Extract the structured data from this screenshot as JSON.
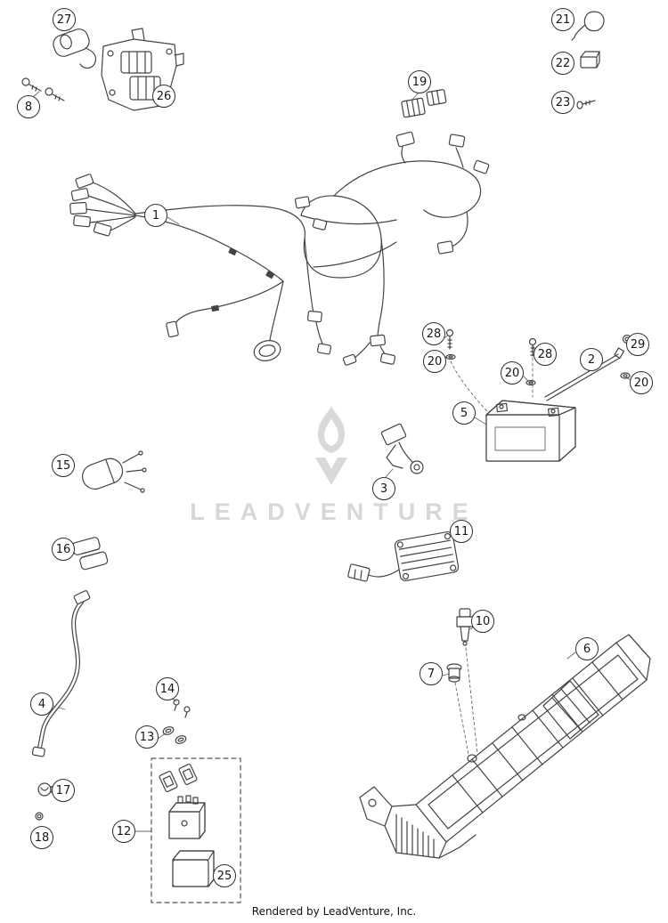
{
  "page": {
    "footer": "Rendered by LeadVenture, Inc."
  },
  "watermark": {
    "text": "LEADVENTURE",
    "color": "#d7d7d7"
  },
  "diagram": {
    "line_color": "#444444",
    "type": "exploded-parts-diagram"
  },
  "callouts": [
    {
      "label": "27"
    },
    {
      "label": "8"
    },
    {
      "label": "26"
    },
    {
      "label": "19"
    },
    {
      "label": "21"
    },
    {
      "label": "22"
    },
    {
      "label": "23"
    },
    {
      "label": "1"
    },
    {
      "label": "28"
    },
    {
      "label": "20"
    },
    {
      "label": "28"
    },
    {
      "label": "20"
    },
    {
      "label": "2"
    },
    {
      "label": "29"
    },
    {
      "label": "20"
    },
    {
      "label": "5"
    },
    {
      "label": "3"
    },
    {
      "label": "15"
    },
    {
      "label": "11"
    },
    {
      "label": "16"
    },
    {
      "label": "10"
    },
    {
      "label": "6"
    },
    {
      "label": "7"
    },
    {
      "label": "4"
    },
    {
      "label": "14"
    },
    {
      "label": "13"
    },
    {
      "label": "17"
    },
    {
      "label": "18"
    },
    {
      "label": "12"
    },
    {
      "label": "25"
    }
  ]
}
